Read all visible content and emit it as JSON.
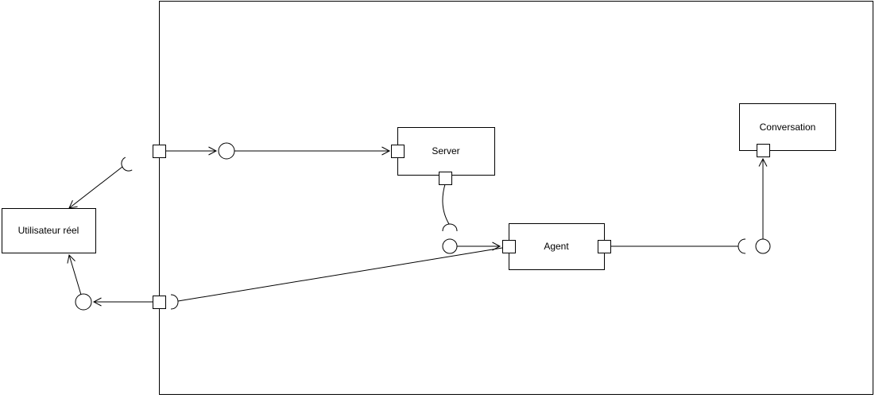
{
  "diagram": {
    "type": "uml-component-diagram",
    "nodes": {
      "utilisateur": {
        "label": "Utilisateur réel"
      },
      "server": {
        "label": "Server"
      },
      "agent": {
        "label": "Agent"
      },
      "conversation": {
        "label": "Conversation"
      }
    },
    "colors": {
      "stroke": "#000000",
      "fill": "#ffffff",
      "background": "#ffffff"
    }
  }
}
